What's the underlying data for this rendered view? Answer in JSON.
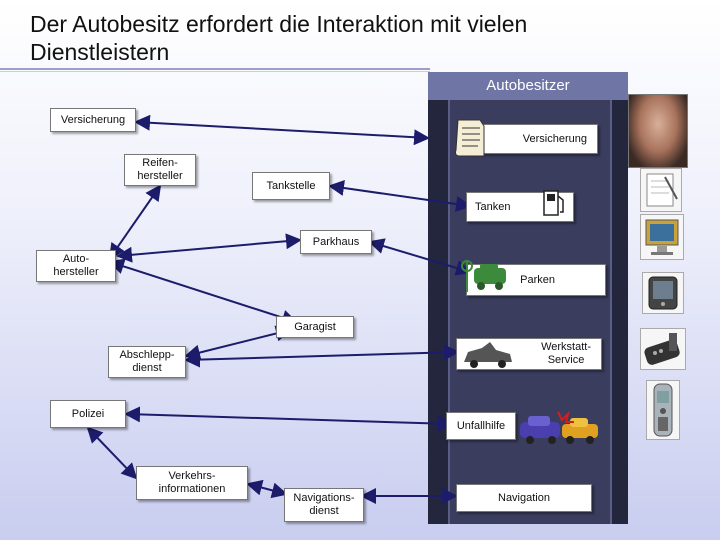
{
  "title": "Der Autobesitz erfordert die Interaktion mit vielen Dienstleistern",
  "owner_header": "Autobesitzer",
  "providers": {
    "versicherung": "Versicherung",
    "reifenhersteller": "Reifen-\nhersteller",
    "tankstelle": "Tankstelle",
    "autohersteller": "Auto-\nhersteller",
    "parkhaus": "Parkhaus",
    "garagist": "Garagist",
    "abschleppdienst": "Abschlepp-\ndienst",
    "polizei": "Polizei",
    "verkehrsinformationen": "Verkehrs-\ninformationen",
    "navigationsdienst": "Navigations-\ndienst"
  },
  "services": {
    "versicherung": "Versicherung",
    "tanken": "Tanken",
    "parken": "Parken",
    "werkstatt": "Werkstatt-\nService",
    "unfallhilfe": "Unfallhilfe",
    "navigation": "Navigation"
  },
  "colors": {
    "panel_dark": "#24263e",
    "header_fill": "#6f76a6",
    "arrow": "#1c1c6b"
  },
  "icons": [
    "document-icon",
    "fuel-pump-icon",
    "parking-car-icon",
    "repair-car-icon",
    "crash-cars-icon",
    "person-photo",
    "notepad-device-icon",
    "monitor-device-icon",
    "pda-device-icon",
    "car-phone-device-icon",
    "mobile-phone-icon"
  ]
}
